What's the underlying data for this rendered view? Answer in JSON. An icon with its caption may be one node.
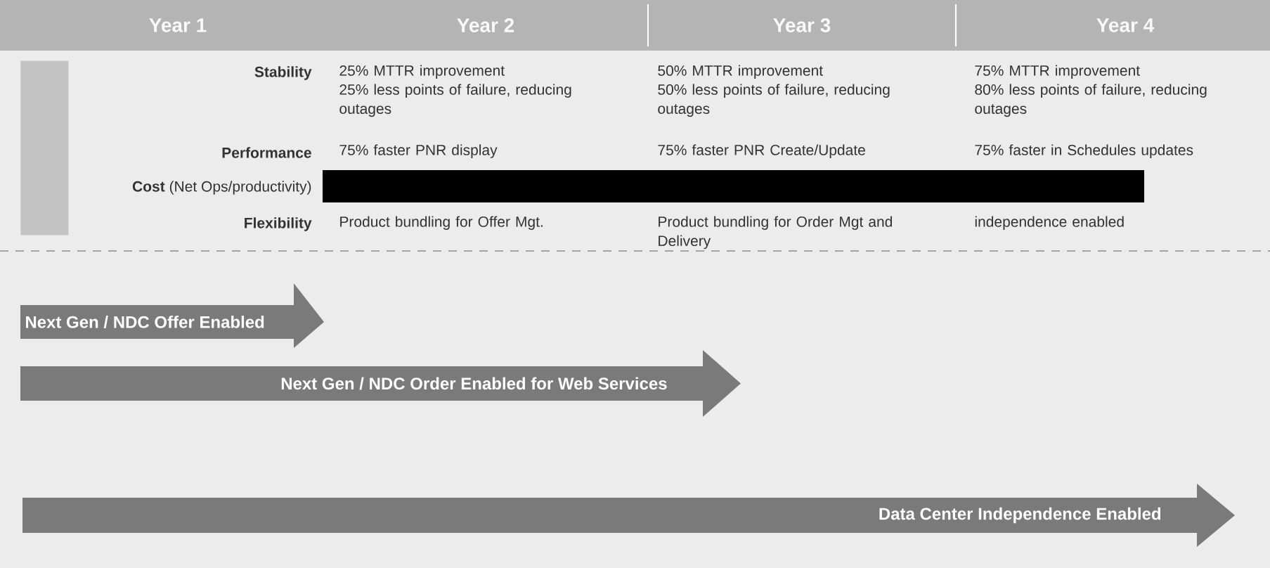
{
  "diagram": {
    "nodes": [
      {
        "text": [],
        "shape": "bar"
      },
      {
        "text": [
          "Next Gen / NDC Offer Enabled"
        ]
      },
      {
        "text": [
          "Next Gen / NDC Order Enabled for Web Services"
        ]
      },
      {
        "text": [
          "Data Center Independence Enabled"
        ]
      }
    ],
    "labels": [
      "Year 1",
      "Year 2",
      "Year 3",
      "Year 4",
      "Stability",
      "25% MTTR improvement",
      "25% less points of failure, reducing outages",
      "50% MTTR improvement",
      "50% less points of failure, reducing outages",
      "75% MTTR improvement",
      "80% less points of failure, reducing outages",
      "Performance",
      "75% faster PNR display",
      "75% faster PNR Create/Update",
      "75% faster in Schedules updates",
      "**Cost** (Net Ops/productivity)",
      "Flexibility",
      "Product bundling for Offer Mgt.",
      "Product bundling for Order Mgt and Delivery",
      "independence enabled"
    ]
  }
}
